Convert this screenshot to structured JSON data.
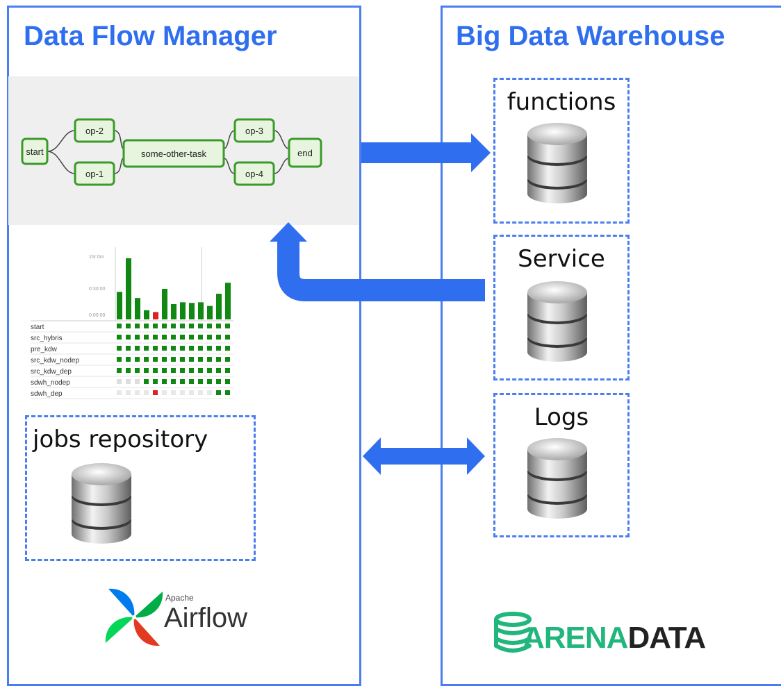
{
  "left_panel": {
    "title": "Data Flow Manager",
    "dag": {
      "nodes": [
        "start",
        "op-2",
        "op-1",
        "some-other-task",
        "op-3",
        "op-4",
        "end"
      ]
    },
    "tree": {
      "tasks": [
        "start",
        "src_hybris",
        "pre_kdw",
        "src_kdw_nodep",
        "src_kdw_dep",
        "sdwh_nodep",
        "sdwh_dep"
      ],
      "bar_heights": [
        0.45,
        1.0,
        0.35,
        0.15,
        0.12,
        0.5,
        0.25,
        0.28,
        0.27,
        0.28,
        0.22,
        0.42,
        0.6
      ],
      "bar_colors": [
        "#118811",
        "#118811",
        "#118811",
        "#118811",
        "#dd2222",
        "#118811",
        "#118811",
        "#118811",
        "#118811",
        "#118811",
        "#118811",
        "#118811",
        "#118811"
      ]
    },
    "jobs_repository": {
      "label": "jobs repository"
    },
    "logo": {
      "small": "Apache",
      "big": "Airflow"
    }
  },
  "right_panel": {
    "title": "Big Data Warehouse",
    "databases": [
      {
        "label": "functions"
      },
      {
        "label": "Service"
      },
      {
        "label": "Logs"
      }
    ],
    "logo": {
      "part1": "ARENA",
      "part2": "DATA"
    }
  },
  "colors": {
    "accent": "#2f6fef",
    "arrow": "#2f6fef",
    "node_border": "#3a9a2a",
    "node_fill": "#e8f5de"
  }
}
